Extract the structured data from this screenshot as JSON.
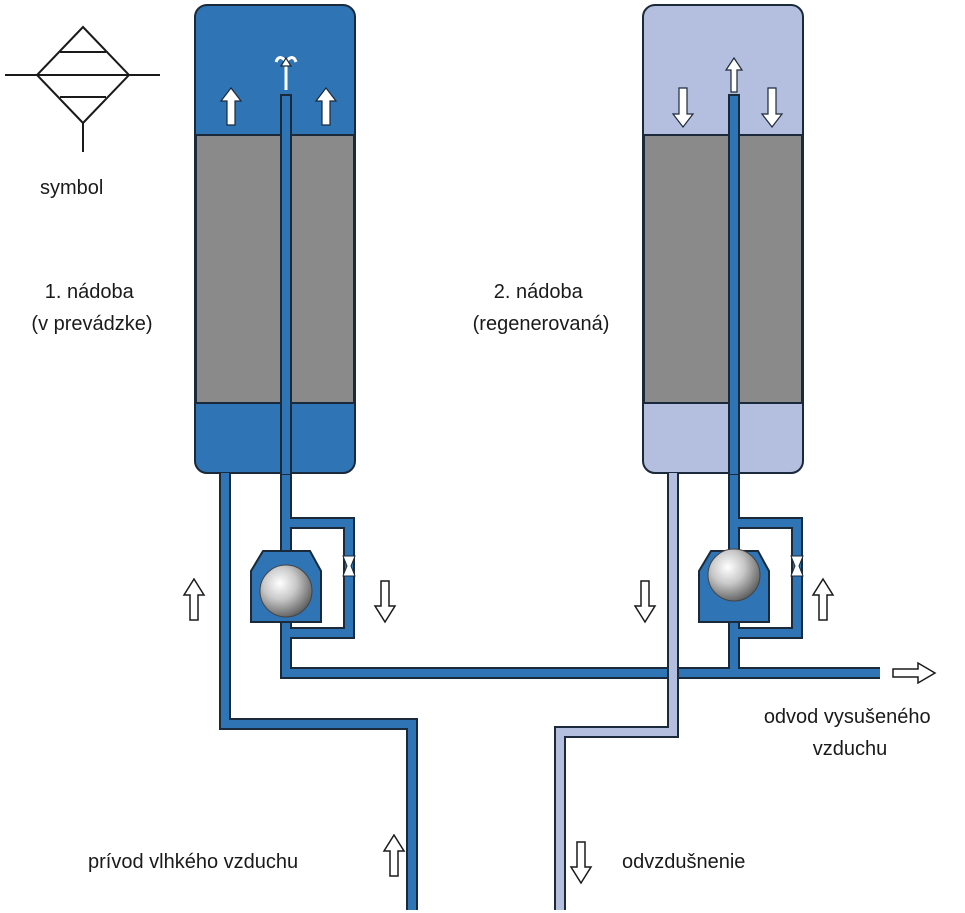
{
  "labels": {
    "symbol": "symbol",
    "vessel1_line1": "1. nádoba",
    "vessel1_line2": "(v prevádzke)",
    "vessel2_line1": "2. nádoba",
    "vessel2_line2": "(regenerovaná)",
    "outlet_line1": "odvod vysušeného",
    "outlet_line2": "vzduchu",
    "inlet": "prívod vlhkého vzduchu",
    "vent": "odvzdušnenie"
  },
  "colors": {
    "active_blue": "#2f74b5",
    "regen_light": "#b4bedf",
    "desiccant_gray": "#8a8a8a",
    "outline": "#1b2a3a",
    "arrow_fill": "#ffffff"
  },
  "icons": {
    "dryer_symbol": "desiccant-dryer-symbol-icon",
    "check_ball": "check-valve-ball-icon",
    "flow_arrow": "flow-arrow-icon"
  }
}
